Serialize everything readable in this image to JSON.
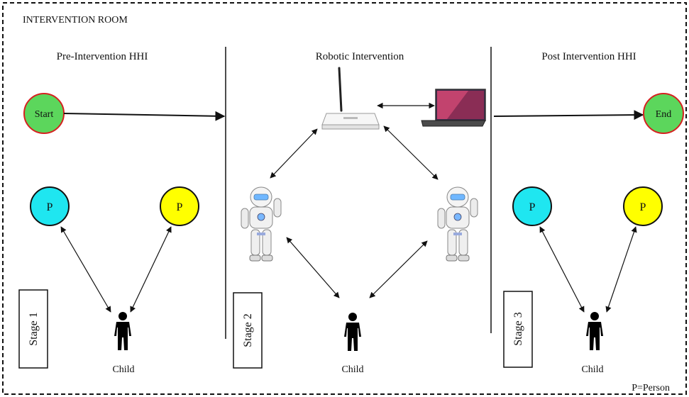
{
  "room_title": "INTERVENTION ROOM",
  "sections": [
    {
      "title": "Pre-Intervention HHI",
      "stage": "Stage 1"
    },
    {
      "title": "Robotic Intervention",
      "stage": "Stage 2"
    },
    {
      "title": "Post Intervention HHI",
      "stage": "Stage 3"
    }
  ],
  "start_label": "Start",
  "end_label": "End",
  "person_label": "P",
  "child_label": "Child",
  "legend": "P=Person",
  "colors": {
    "node_green": "#5cd65c",
    "node_border": "#d62020",
    "person_cyan": "#1fe6f0",
    "person_yellow": "#ffff00",
    "dash_border": "#111111"
  },
  "icons": [
    "router-icon",
    "laptop-icon",
    "robot-icon",
    "child-icon"
  ]
}
